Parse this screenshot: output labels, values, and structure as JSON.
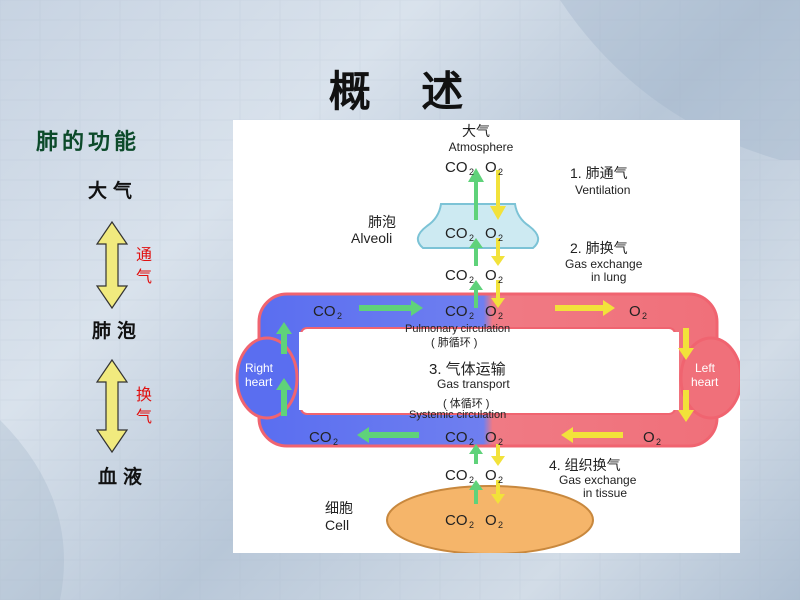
{
  "slide": {
    "title": "概 述"
  },
  "left_panel": {
    "heading": "肺的功能",
    "nodes": {
      "top": "大气",
      "middle": "肺泡",
      "bottom": "血液"
    },
    "arrow_labels": {
      "upper": "通气",
      "lower": "换气"
    }
  },
  "diagram": {
    "atmosphere_zh": "大气",
    "atmosphere_en": "Atmosphere",
    "co2": "CO",
    "co2_sub": "2",
    "o2": "O",
    "o2_sub": "2",
    "alveoli_zh": "肺泡",
    "alveoli_en": "Alveoli",
    "step1_zh": "1. 肺通气",
    "step1_en": "Ventilation",
    "step2_zh": "2. 肺换气",
    "step2_en1": "Gas exchange",
    "step2_en2": "in lung",
    "pulmonary_en": "Pulmonary circulation",
    "pulmonary_zh": "( 肺循环 )",
    "right_heart1": "Right",
    "right_heart2": "heart",
    "left_heart1": "Left",
    "left_heart2": "heart",
    "step3_zh": "3. 气体运输",
    "step3_en": "Gas transport",
    "systemic_zh": "( 体循环 )",
    "systemic_en": "Systemic circulation",
    "step4_zh": "4. 组织换气",
    "step4_en1": "Gas exchange",
    "step4_en2": "in tissue",
    "cell_zh": "细胞",
    "cell_en": "Cell"
  },
  "colors": {
    "venous_blue": "#5a6ef0",
    "arterial_red": "#f0707a",
    "green_arrow": "#5fd27a",
    "yellow_arrow": "#f2e23a",
    "alveoli_fill": "#cdeaf2",
    "cell_fill": "#f5b56a"
  }
}
